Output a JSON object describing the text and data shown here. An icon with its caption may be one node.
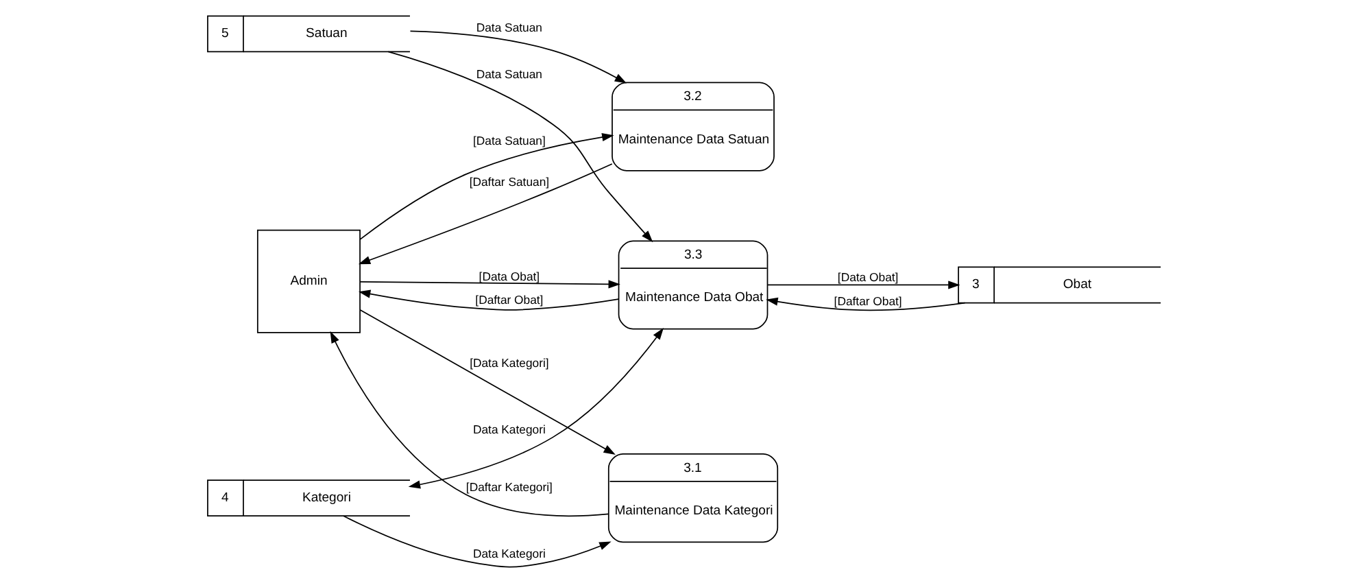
{
  "diagram": {
    "nodes": [
      {
        "text": [
          "Admin"
        ]
      },
      {
        "text": [
          "3.1",
          "Maintenance Data Kategori"
        ]
      },
      {
        "text": [
          "3.2",
          "Maintenance Data Satuan"
        ]
      },
      {
        "text": [
          "3.3",
          "Maintenance Data Obat"
        ]
      },
      {
        "text": [
          "4",
          "Kategori"
        ]
      },
      {
        "text": [
          "5",
          "Satuan"
        ]
      },
      {
        "text": [
          "3",
          "Obat"
        ]
      }
    ],
    "edges": [
      {
        "from": 0,
        "to": 1,
        "arrow": "to",
        "label": "[Data Kategori]"
      },
      {
        "from": 1,
        "to": 0,
        "arrow": "to",
        "label": "[Daftar Kategori]"
      },
      {
        "from": 4,
        "to": 1,
        "arrow": "to",
        "label": "Data Kategori"
      },
      {
        "from": 0,
        "to": 2,
        "arrow": "to",
        "label": "[Data Satuan]"
      },
      {
        "from": 2,
        "to": 0,
        "arrow": "to",
        "label": "[Daftar Satuan]"
      },
      {
        "from": 5,
        "to": 2,
        "arrow": "to",
        "label": "Data Satuan"
      },
      {
        "from": 5,
        "to": 3,
        "arrow": "to",
        "label": "Data Satuan"
      },
      {
        "from": 4,
        "to": 3,
        "arrow": "both",
        "label": "Data Kategori"
      },
      {
        "from": 0,
        "to": 3,
        "arrow": "to",
        "label": "[Data Obat]"
      },
      {
        "from": 3,
        "to": 6,
        "arrow": "to",
        "label": "[Data Obat]"
      },
      {
        "from": 6,
        "to": 3,
        "arrow": "to",
        "label": "[Daftar Obat]"
      },
      {
        "from": 3,
        "to": 0,
        "arrow": "to",
        "label": "[Daftar Obat]"
      }
    ]
  }
}
